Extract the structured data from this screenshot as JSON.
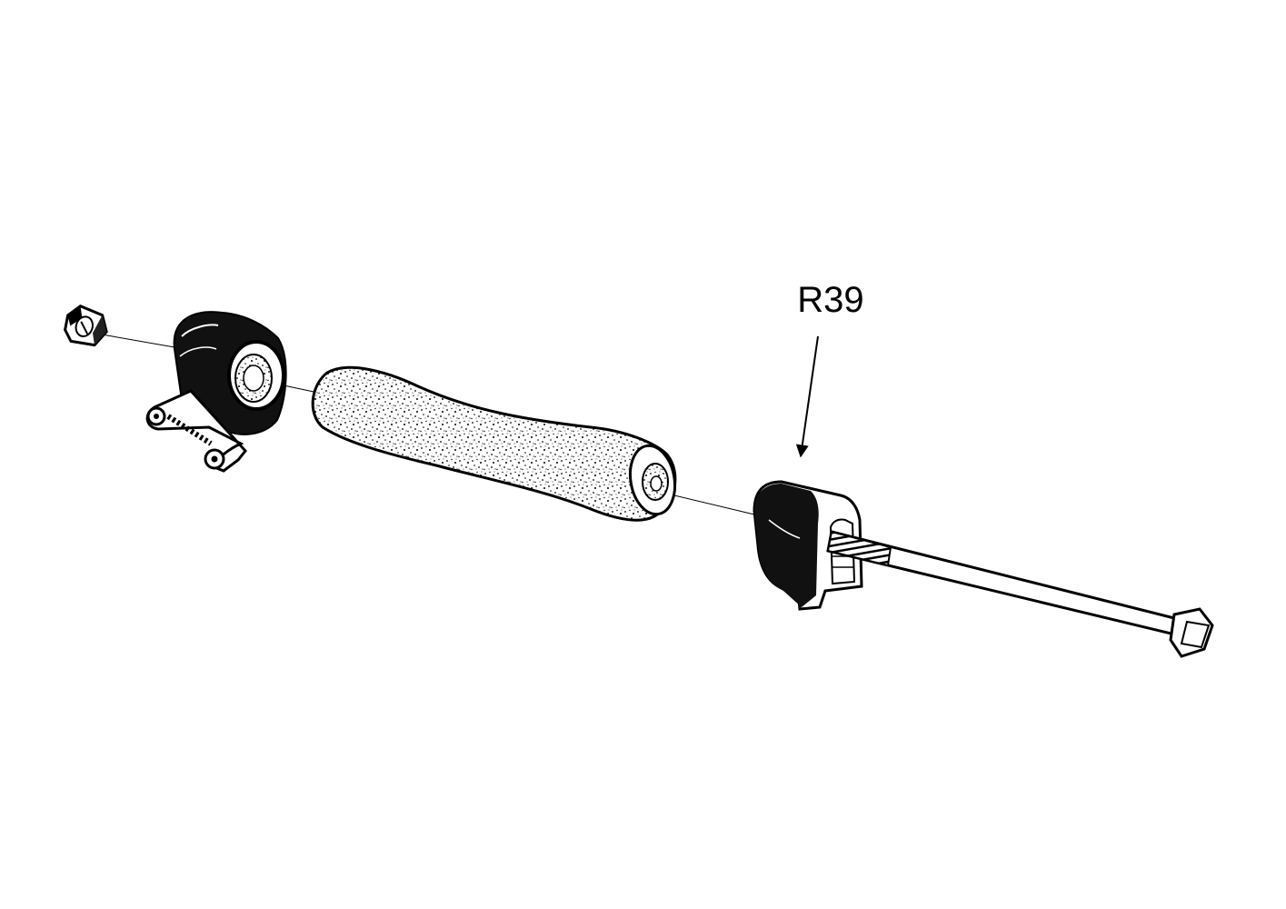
{
  "diagram": {
    "kind": "exploded parts illustration",
    "background": "#ffffff",
    "ink": "#000000",
    "parts": [
      {
        "name": "cap-nut",
        "label": ""
      },
      {
        "name": "bracket",
        "label": ""
      },
      {
        "name": "grip-handle",
        "label": ""
      },
      {
        "name": "u-clamp",
        "label": "R39"
      },
      {
        "name": "bolt",
        "label": ""
      }
    ],
    "callout": {
      "text": "R39",
      "target": "u-clamp"
    }
  }
}
